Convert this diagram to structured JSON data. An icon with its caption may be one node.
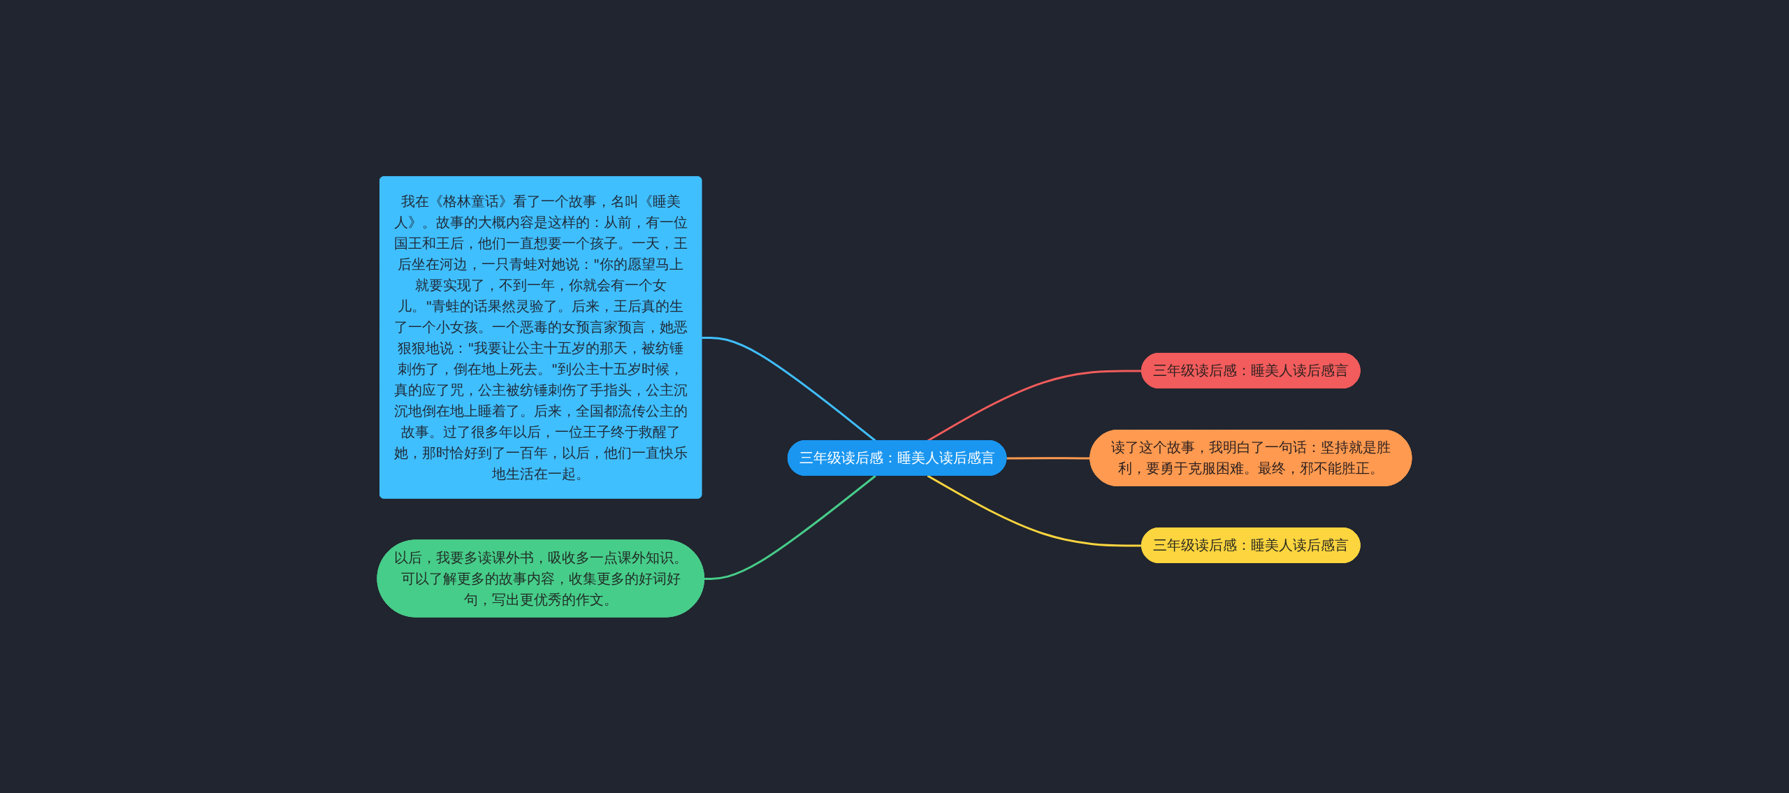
{
  "diagram": {
    "nodes": [
      {
        "text": [
          "我在《格林童话》看了一个故事，名叫《睡美人》。故事的大概内容是这样的：从前，有一位国王和王后，他们一直想要一个孩子。一天，王后坐在河边，一只青蛙对她说：\"你的愿望马上就要实现了，不到一年，你就会有一个女儿。\"青蛙的话果然灵验了。后来，王后真的生了一个小女孩。一个恶毒的女预言家预言，她恶狠狠地说：\"我要让公主十五岁的那天，被纺锤刺伤了，倒在地上死去。\"到公主十五岁时候，真的应了咒，公主被纺锤刺伤了手指头，公主沉沉地倒在地上睡着了。后来，全国都流传公主的故事。过了很多年以后，一位王子终于救醒了她，那时恰好到了一百年，以后，他们一直快乐地生活在一起。"
        ]
      },
      {
        "text": [
          "三年级读后感：睡美人读后感言"
        ]
      },
      {
        "text": [
          "三年级读后感：睡美人读后感言"
        ]
      },
      {
        "text": [
          "读了这个故事，我明白了一句话：坚持就是胜利，要勇于克服困难。最终，邪不能胜正。"
        ]
      },
      {
        "text": [
          "三年级读后感：睡美人读后感言"
        ]
      },
      {
        "text": [
          "以后，我要多读课外书，吸收多一点课外知识。可以了解更多的故事内容，收集更多的好词好句，写出更优秀的作文。"
        ]
      }
    ],
    "edges": [
      {
        "from": 1,
        "to": 0,
        "arrow": "none",
        "color": "#40bfff"
      },
      {
        "from": 1,
        "to": 2,
        "arrow": "none",
        "color": "#f25c5c"
      },
      {
        "from": 1,
        "to": 3,
        "arrow": "none",
        "color": "#ff9a50"
      },
      {
        "from": 1,
        "to": 4,
        "arrow": "none",
        "color": "#fcd53f"
      },
      {
        "from": 1,
        "to": 5,
        "arrow": "none",
        "color": "#47cd8a"
      }
    ]
  }
}
